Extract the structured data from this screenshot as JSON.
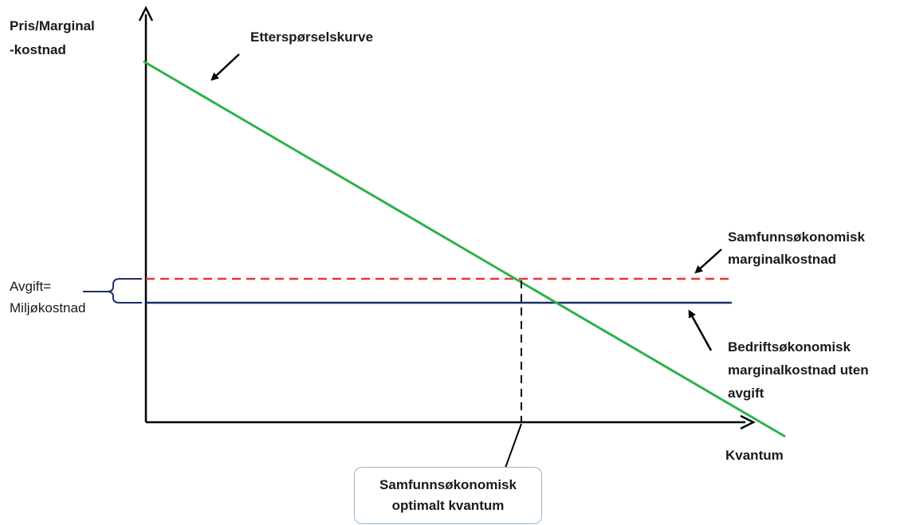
{
  "colors": {
    "demand": "#2bb34a",
    "social_cost": "#e53935",
    "private_cost": "#1f2f6b",
    "axis": "#000000",
    "optimum_guide": "#000000",
    "callout_border": "#9fb3c8"
  },
  "labels": {
    "y_axis_line1": "Pris/Marginal",
    "y_axis_line2": "-kostnad",
    "x_axis": "Kvantum",
    "demand_curve": "Etterspørselskurve",
    "social_cost_line1": "Samfunnsøkonomisk",
    "social_cost_line2": "marginalkostnad",
    "private_cost_line1": "Bedriftsøkonomisk",
    "private_cost_line2": "marginalkostnad uten",
    "private_cost_line3": "avgift",
    "tax_line1": "Avgift=",
    "tax_line2": "Miljøkostnad",
    "optimum_line1": "Samfunnsøkonomisk",
    "optimum_line2": "optimalt kvantum"
  }
}
